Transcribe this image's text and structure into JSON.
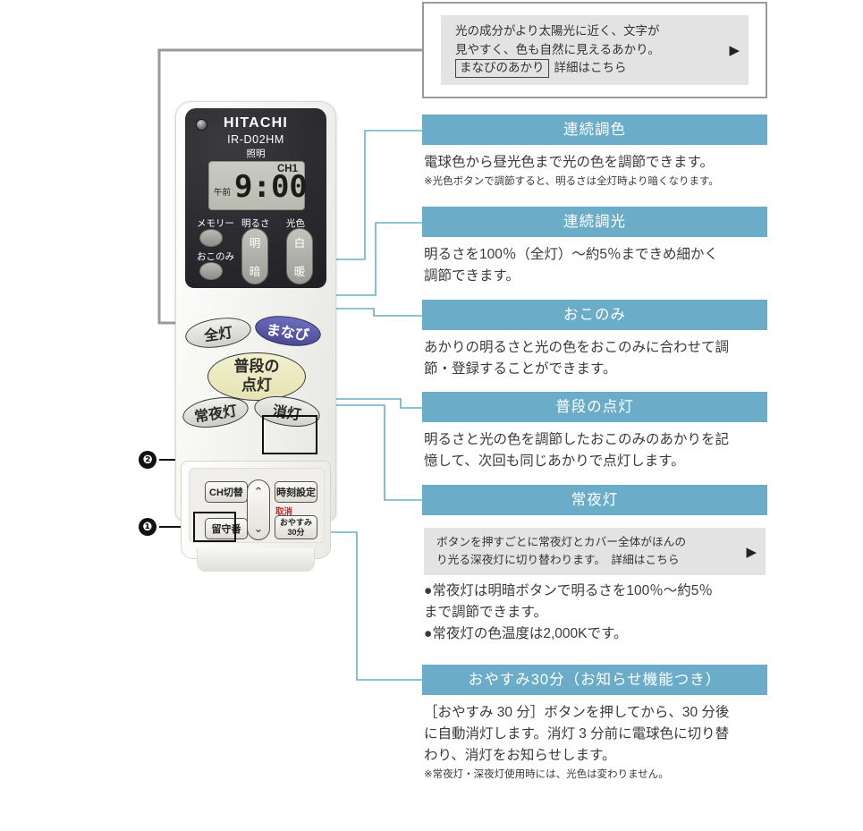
{
  "info_top": {
    "line1": "光の成分がより太陽光に近く、文字が",
    "line2": "見やすく、色も自然に見えるあかり。",
    "tag": "まなびのあかり",
    "link": "詳細はこちら",
    "arrow": "▶"
  },
  "panels": [
    {
      "id": "renzoku-choshoku",
      "title": "連続調色",
      "body": "電球色から昼光色まで光の色を調節できます。",
      "note": "※光色ボタンで調節すると、明るさは全灯時より暗くなります。"
    },
    {
      "id": "renzoku-choko",
      "title": "連続調光",
      "body_lines": [
        "明るさを100％（全灯）〜約5％まできめ細かく",
        "調節できます。"
      ]
    },
    {
      "id": "okonomi",
      "title": "おこのみ",
      "body_lines": [
        "あかりの明るさと光の色をおこのみに合わせて調",
        "節・登録することができます。"
      ]
    },
    {
      "id": "fudan-no-tento",
      "title": "普段の点灯",
      "body_lines": [
        "明るさと光の色を調節したおこのみのあかりを記",
        "憶して、次回も同じあかりで点灯します。"
      ]
    },
    {
      "id": "joyato",
      "title": "常夜灯",
      "gray_note_lines": [
        "ボタンを押すごとに常夜灯とカバー全体がほんの",
        "り光る深夜灯に切り替わります。　詳細はこちら"
      ],
      "gray_note_arrow": "▶",
      "bullet_lines": [
        "●常夜灯は明暗ボタンで明るさを100％〜約5％",
        "まで調節できます。",
        "●常夜灯の色温度は2,000Kです。"
      ]
    },
    {
      "id": "oyasumi30",
      "title": "おやすみ30分（お知らせ機能つき）",
      "body_lines": [
        "［おやすみ 30 分］ボタンを押してから、30 分後",
        "に自動消灯します。消灯 3 分前に電球色に切り替",
        "わり、消灯をお知らせします。"
      ],
      "note": "※常夜灯・深夜灯使用時には、光色は変わりません。"
    }
  ],
  "remote": {
    "brand": "HITACHI",
    "model": "IR-D02HM",
    "model_sub": "照明",
    "lcd": {
      "channel": "CH1",
      "ampm": "午前",
      "time": "9:00"
    },
    "labels": {
      "memory": "メモリー",
      "okonomi": "おこのみ",
      "brightness": "明るさ",
      "light_color": "光色"
    },
    "pill_brightness": {
      "top": "明",
      "bottom": "暗"
    },
    "pill_color": {
      "top": "白",
      "bottom": "暖"
    },
    "buttons": {
      "zento": "全灯",
      "manabi": "まなび",
      "futsudan_line1": "普段の",
      "futsudan_line2": "点灯",
      "joyato": "常夜灯",
      "shoto": "消灯",
      "ch_kirikae": "CH切替",
      "jikoku_settei": "時刻設定",
      "rusuban": "留守番",
      "torikeshi": "取消",
      "oyasumi_l1": "おやすみ",
      "oyasumi_l2": "30分",
      "arrow_up": "⌃",
      "arrow_down": "⌄"
    }
  },
  "badges": {
    "one": "❶",
    "two": "❷"
  },
  "colors": {
    "header": "#6badc9",
    "gray_note_bg": "#e3e3e3",
    "connector": "#6badc9",
    "manabi": "#4a4a96",
    "torikeshi": "#d2232a"
  }
}
